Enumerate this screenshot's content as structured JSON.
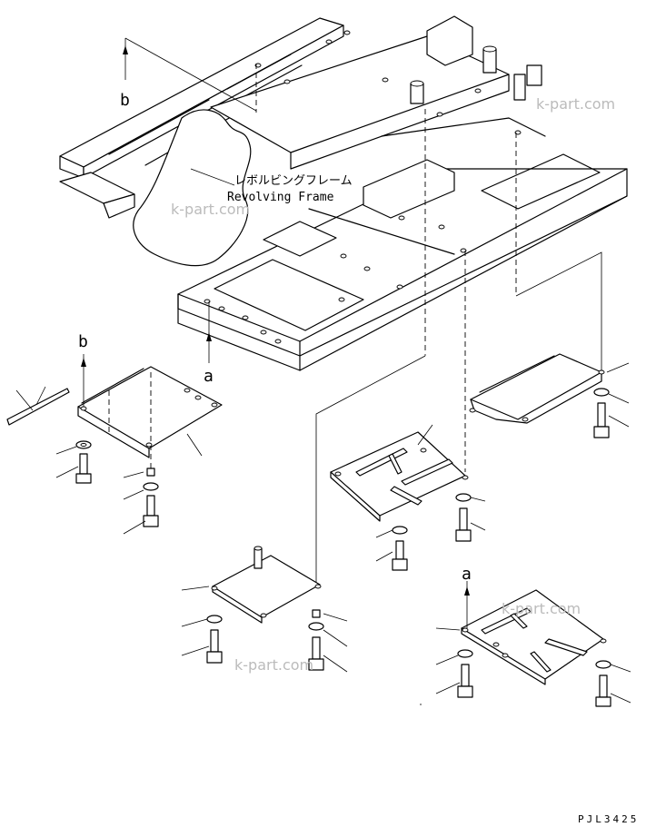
{
  "frame_label": {
    "jp": "レボルビングフレーム",
    "en": "Revolving Frame"
  },
  "callouts": {
    "a": "a",
    "b": "b"
  },
  "watermark": "k-part.com",
  "drawing_code": "PJL3425"
}
